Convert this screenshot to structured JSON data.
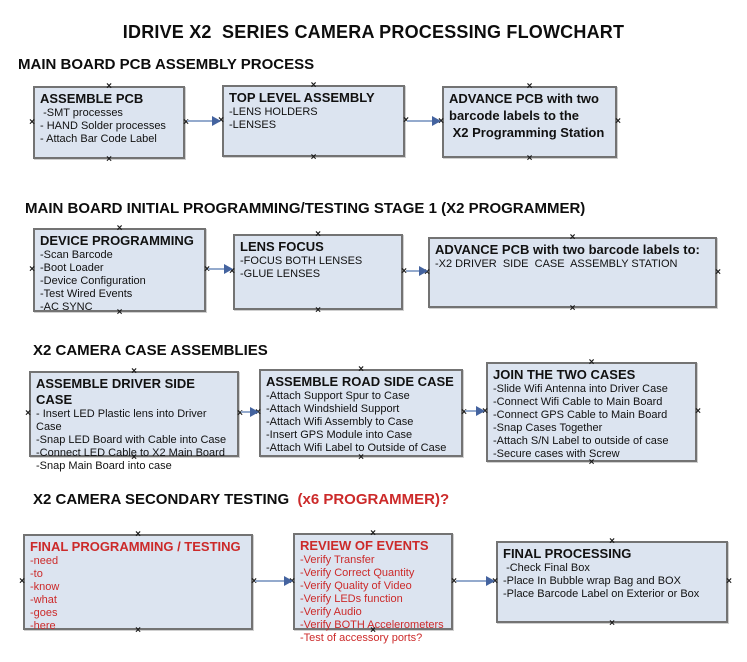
{
  "title": "IDRIVE X2  SERIES CAMERA PROCESSING FLOWCHART",
  "colors": {
    "box_fill": "#dce4f0",
    "box_border": "#737373",
    "arrow_line": "#94aacd",
    "arrow_head": "#44639f",
    "red_text": "#cc2a2a"
  },
  "icons": {
    "connection_handle": "×"
  },
  "sections": [
    {
      "header": "MAIN BOARD PCB ASSEMBLY PROCESS",
      "boxes": [
        {
          "title": "ASSEMBLE PCB",
          "items": [
            " -SMT processes",
            "- HAND Solder processes",
            "- Attach Bar Code Label"
          ]
        },
        {
          "title": "TOP LEVEL ASSEMBLY",
          "items": [
            "-LENS HOLDERS",
            "-LENSES"
          ]
        },
        {
          "title": "",
          "items": [
            "ADVANCE PCB with two",
            "barcode labels to the",
            " X2 Programming Station"
          ]
        }
      ]
    },
    {
      "header": "MAIN BOARD INITIAL PROGRAMMING/TESTING STAGE 1 (X2 PROGRAMMER)",
      "boxes": [
        {
          "title": "DEVICE PROGRAMMING",
          "items": [
            "-Scan Barcode",
            "-Boot Loader",
            "-Device Configuration",
            "-Test Wired Events",
            "-AC SYNC"
          ]
        },
        {
          "title": "LENS FOCUS",
          "items": [
            "-FOCUS BOTH LENSES",
            "-GLUE LENSES"
          ]
        },
        {
          "title": "ADVANCE PCB with two barcode labels to:",
          "items": [
            "-X2 DRIVER  SIDE  CASE  ASSEMBLY STATION"
          ]
        }
      ]
    },
    {
      "header": "X2 CAMERA CASE ASSEMBLIES",
      "boxes": [
        {
          "title": "ASSEMBLE DRIVER SIDE CASE",
          "items": [
            "- Insert LED Plastic lens into Driver Case",
            "-Snap LED Board with Cable into Case",
            "-Connect LED Cable to X2 Main Board",
            "-Snap Main Board into case"
          ]
        },
        {
          "title": "ASSEMBLE ROAD SIDE CASE",
          "items": [
            "-Attach Support Spur to Case",
            "-Attach Windshield Support",
            "-Attach Wifi Assembly to Case",
            "-Insert GPS Module into Case",
            "-Attach Wifi Label to Outside of Case"
          ]
        },
        {
          "title": "JOIN THE TWO CASES",
          "items": [
            "-Slide Wifi Antenna into Driver Case",
            "-Connect Wifi Cable to Main Board",
            "-Connect GPS Cable to Main Board",
            "-Snap Cases Together",
            "-Attach S/N Label to outside of case",
            "-Secure cases with Screw"
          ]
        }
      ]
    },
    {
      "header_black": "X2 CAMERA SECONDARY TESTING  ",
      "header_red": "(x6 PROGRAMMER)?",
      "boxes": [
        {
          "title": "FINAL PROGRAMMING / TESTING",
          "items": [
            "-need",
            "-to",
            "-know",
            "-what",
            "-goes",
            "-here"
          ]
        },
        {
          "title": "REVIEW OF EVENTS",
          "items": [
            "-Verify Transfer",
            "-Verify Correct Quantity",
            "-Verify Quality of Video",
            "-Verify LEDs function",
            "-Verify Audio",
            "-Verify BOTH Accelerometers",
            "-Test of accessory ports?"
          ]
        },
        {
          "title": "FINAL PROCESSING",
          "items": [
            " -Check Final Box",
            "-Place In Bubble wrap Bag and BOX",
            "-Place Barcode Label on Exterior or Box"
          ]
        }
      ]
    }
  ]
}
